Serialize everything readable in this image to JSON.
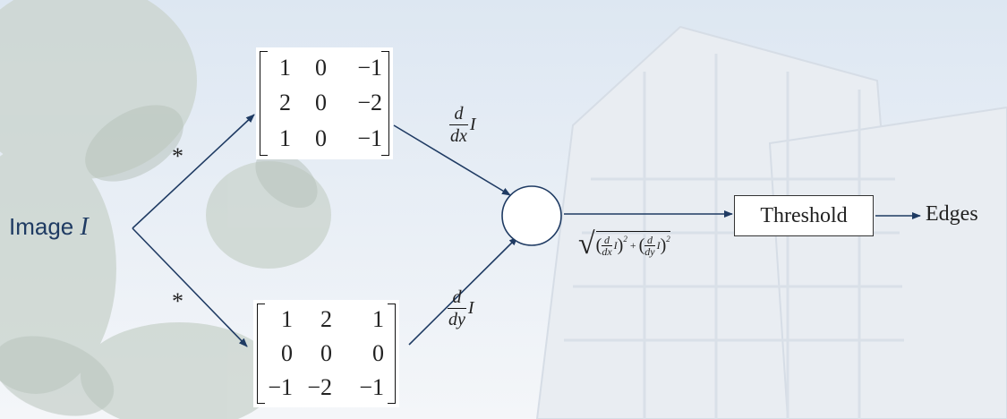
{
  "input": {
    "prefix": "Image",
    "symbol": "I"
  },
  "conv_symbol_top": "*",
  "conv_symbol_bottom": "*",
  "kernel_x": [
    [
      "1",
      "0",
      "−1"
    ],
    [
      "2",
      "0",
      "−2"
    ],
    [
      "1",
      "0",
      "−1"
    ]
  ],
  "kernel_y": [
    [
      "1",
      "2",
      "1"
    ],
    [
      "0",
      "0",
      "0"
    ],
    [
      "−1",
      "−2",
      "−1"
    ]
  ],
  "deriv_x": {
    "num": "d",
    "den": "dx",
    "var": "I"
  },
  "deriv_y": {
    "num": "d",
    "den": "dy",
    "var": "I"
  },
  "magnitude": {
    "term1": {
      "num": "d",
      "den": "dx",
      "var": "I",
      "exp": "2"
    },
    "plus": "+",
    "term2": {
      "num": "d",
      "den": "dy",
      "var": "I",
      "exp": "2"
    }
  },
  "threshold_label": "Threshold",
  "output_label": "Edges"
}
